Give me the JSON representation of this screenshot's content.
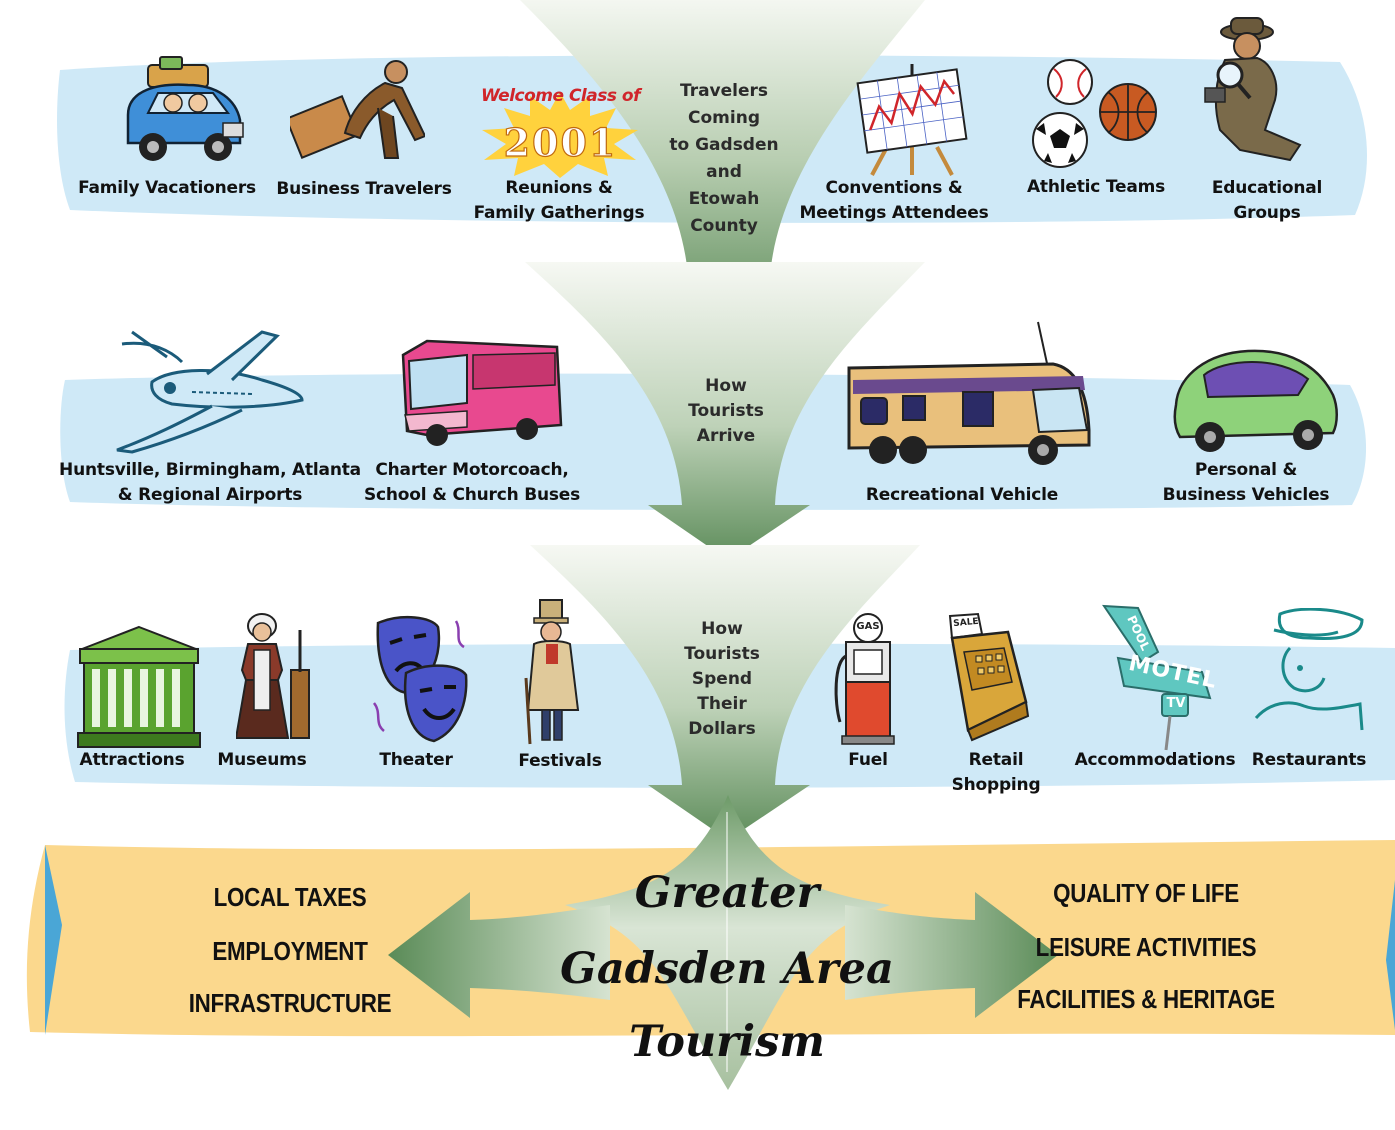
{
  "flow": {
    "stage1": [
      "Travelers",
      "Coming",
      "to Gadsden",
      "and",
      "Etowah",
      "County"
    ],
    "stage2": [
      "How",
      "Tourists",
      "Arrive"
    ],
    "stage3": [
      "How",
      "Tourists",
      "Spend",
      "Their",
      "Dollars"
    ]
  },
  "travelers": [
    {
      "label": "Family Vacationers",
      "icon": "family-car-icon"
    },
    {
      "label": "Business Travelers",
      "icon": "businessman-icon"
    },
    {
      "label": "Reunions &",
      "label2": "Family Gatherings",
      "icon": "welcome-burst-icon",
      "badge_top": "Welcome Class of",
      "badge_year": "2001"
    },
    {
      "label": "Conventions &",
      "label2": "Meetings Attendees",
      "icon": "easel-chart-icon"
    },
    {
      "label": "Athletic Teams",
      "icon": "sports-balls-icon"
    },
    {
      "label": "Educational",
      "label2": "Groups",
      "icon": "explorer-magnifier-icon"
    }
  ],
  "arrivals": [
    {
      "label": "Huntsville, Birmingham, Atlanta",
      "label2": "& Regional Airports",
      "icon": "airplane-icon"
    },
    {
      "label": "Charter Motorcoach,",
      "label2": "School & Church Buses",
      "icon": "bus-icon"
    },
    {
      "label": "Recreational Vehicle",
      "icon": "rv-icon"
    },
    {
      "label": "Personal &",
      "label2": "Business Vehicles",
      "icon": "car-icon"
    }
  ],
  "spending": [
    {
      "label": "Attractions",
      "icon": "building-icon"
    },
    {
      "label": "Museums",
      "icon": "pioneer-woman-icon"
    },
    {
      "label": "Theater",
      "icon": "theater-masks-icon"
    },
    {
      "label": "Festivals",
      "icon": "gentleman-icon"
    },
    {
      "label": "Fuel",
      "icon": "gas-pump-icon",
      "pump_text": "GAS"
    },
    {
      "label": "Retail",
      "label2": "Shopping",
      "icon": "cash-register-icon",
      "register_text": "SALE"
    },
    {
      "label": "Accommodations",
      "icon": "motel-sign-icon",
      "sign_top": "POOL",
      "sign_main": "MOTEL",
      "sign_tv": "TV"
    },
    {
      "label": "Restaurants",
      "icon": "chef-icon"
    }
  ],
  "center": {
    "line1": "Greater",
    "line2": "Gadsden Area",
    "line3": "Tourism"
  },
  "impacts_left": [
    "LOCAL TAXES",
    "EMPLOYMENT",
    "INFRASTRUCTURE"
  ],
  "impacts_right": [
    "QUALITY OF LIFE",
    "LEISURE ACTIVITIES",
    "FACILITIES & HERITAGE"
  ],
  "colors": {
    "band": "#cfe9f7",
    "bottom_band": "#fbd88d",
    "funnel_dark": "#5f8f5c",
    "funnel_light": "#eef3ea",
    "accent_blue": "#4aa6d6"
  }
}
